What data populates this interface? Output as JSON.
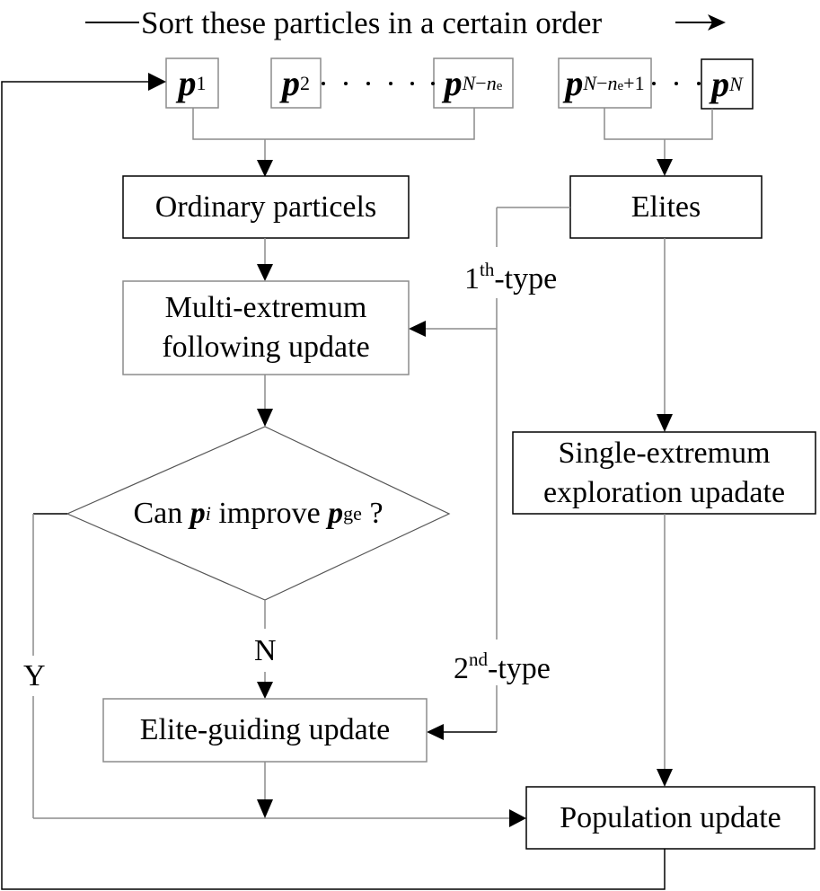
{
  "title": "Sort these particles in a certain order",
  "particles": [
    {
      "symbol": "p",
      "subscript": "1"
    },
    {
      "symbol": "p",
      "subscript": "2"
    },
    {
      "symbol": "p",
      "subscript_parts": [
        "N",
        "−",
        "n",
        "e"
      ],
      "subscript_text": "N−ne"
    },
    {
      "symbol": "p",
      "subscript_parts": [
        "N",
        "−",
        "n",
        "e",
        "+1"
      ],
      "subscript_text": "N−ne+1"
    },
    {
      "symbol": "p",
      "subscript": "N"
    }
  ],
  "ellipsis_long": "· · · · · ·",
  "ellipsis_short": "· ·",
  "nodes": {
    "ordinary": "Ordinary particels",
    "elites": "Elites",
    "multi_line1": "Multi-extremum",
    "multi_line2": "following update",
    "decision_prefix": "Can",
    "decision_var1": "p",
    "decision_sub1": "i",
    "decision_mid": "improve",
    "decision_var2": "p",
    "decision_sub2": "ge",
    "decision_suffix": "?",
    "single_line1": "Single-extremum",
    "single_line2": "exploration upadate",
    "elite_guiding": "Elite-guiding update",
    "population": "Population update"
  },
  "edge_labels": {
    "type1_num": "1",
    "type1_sup": "th",
    "type1_rest": "-type",
    "type2_num": "2",
    "type2_sup": "nd",
    "type2_rest": "-type",
    "no": "N",
    "yes": "Y"
  },
  "colors": {
    "line": "#000000",
    "line_gray": "#8c8c8c",
    "background": "#ffffff"
  }
}
